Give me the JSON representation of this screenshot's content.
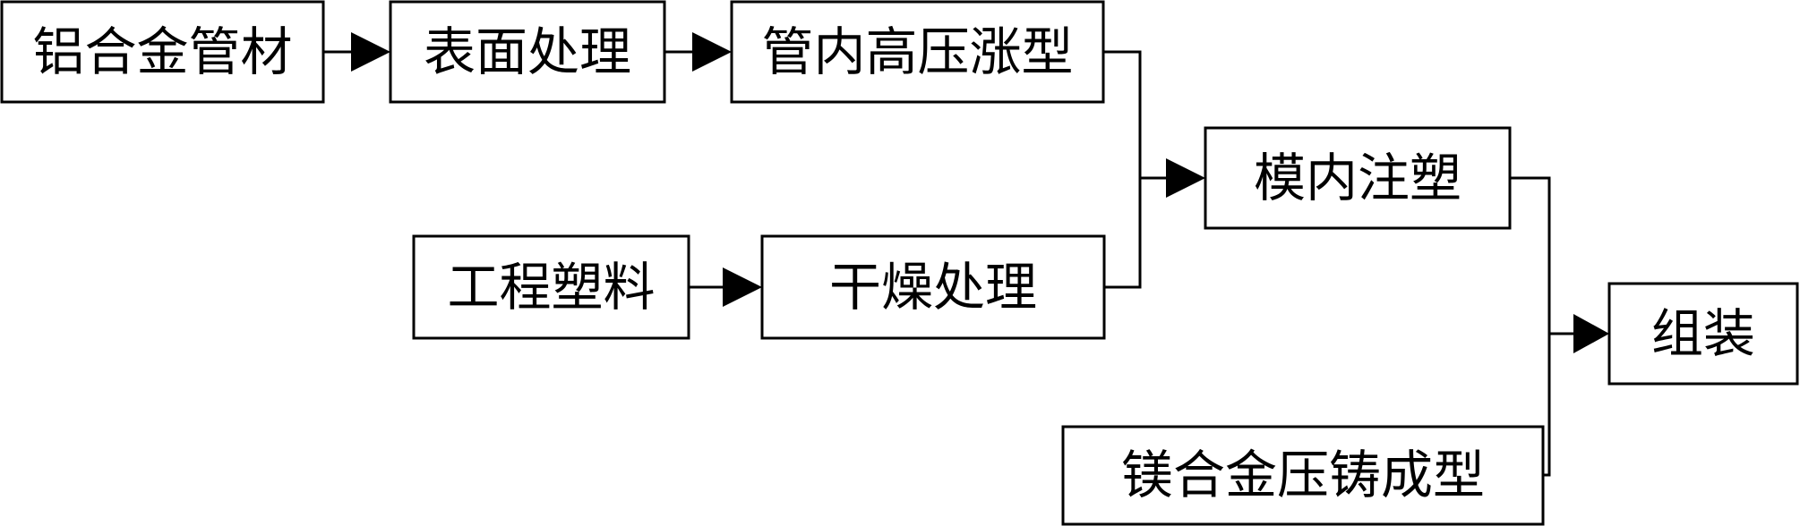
{
  "nodes": {
    "aluminum_tube": "铝合金管材",
    "surface_treatment_1": "表面处理",
    "hydroforming": "管内高压涨型",
    "insert_molding": "模内注塑",
    "engineering_plastic": "工程塑料",
    "drying_treatment": "干燥处理",
    "assembly": "组装",
    "magnesium_die_casting": "镁合金压铸成型"
  },
  "colors": {
    "line": "#000000",
    "box_fill": "#ffffff",
    "text": "#000000"
  }
}
